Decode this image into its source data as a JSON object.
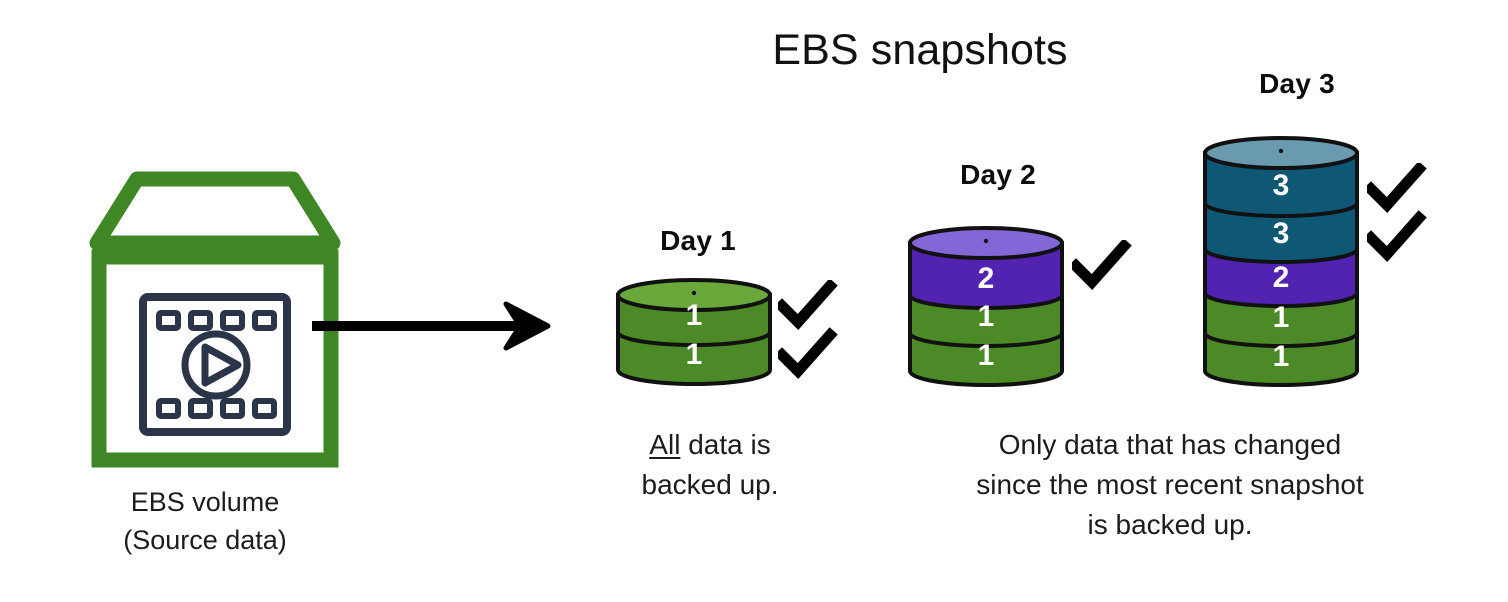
{
  "title": "EBS snapshots",
  "source": {
    "icon_name": "ebs-volume-icon",
    "caption": "EBS volume\n(Source data)",
    "arrow_name": "flow-arrow-right"
  },
  "colors": {
    "aws_green": "#3f8624",
    "segment_green": "#4b8a27",
    "segment_green_top": "#6aa83c",
    "segment_purple": "#5222b0",
    "segment_purple_top": "#8467d6",
    "segment_teal": "#0e5876",
    "segment_teal_top": "#6a9ab0",
    "outline": "#111111",
    "icon_navy": "#2b3448",
    "text": "#1c1c1c",
    "check": "#000000"
  },
  "snapshots": [
    {
      "id": "day1",
      "label": "Day 1",
      "checks": 2,
      "segments": [
        {
          "value": "1",
          "color_key": "segment_green"
        },
        {
          "value": "1",
          "color_key": "segment_green"
        }
      ]
    },
    {
      "id": "day2",
      "label": "Day 2",
      "checks": 1,
      "segments": [
        {
          "value": "2",
          "color_key": "segment_purple"
        },
        {
          "value": "1",
          "color_key": "segment_green"
        },
        {
          "value": "1",
          "color_key": "segment_green"
        }
      ]
    },
    {
      "id": "day3",
      "label": "Day 3",
      "checks": 2,
      "segments": [
        {
          "value": "3",
          "color_key": "segment_teal"
        },
        {
          "value": "3",
          "color_key": "segment_teal"
        },
        {
          "value": "2",
          "color_key": "segment_purple"
        },
        {
          "value": "1",
          "color_key": "segment_green"
        },
        {
          "value": "1",
          "color_key": "segment_green"
        }
      ]
    }
  ],
  "captions": {
    "day1_prefix": "All",
    "day1_rest": " data is\nbacked up.",
    "incremental": "Only data that has changed\nsince the most recent snapshot\nis backed up."
  },
  "chart_data": {
    "type": "diagram",
    "title": "EBS snapshots",
    "categories": [
      "Day 1",
      "Day 2",
      "Day 3"
    ],
    "series": [
      {
        "name": "Day 1",
        "segments": [
          "1",
          "1"
        ],
        "new_blocks": 2
      },
      {
        "name": "Day 2",
        "segments": [
          "2",
          "1",
          "1"
        ],
        "new_blocks": 1
      },
      {
        "name": "Day 3",
        "segments": [
          "3",
          "3",
          "2",
          "1",
          "1"
        ],
        "new_blocks": 2
      }
    ]
  }
}
